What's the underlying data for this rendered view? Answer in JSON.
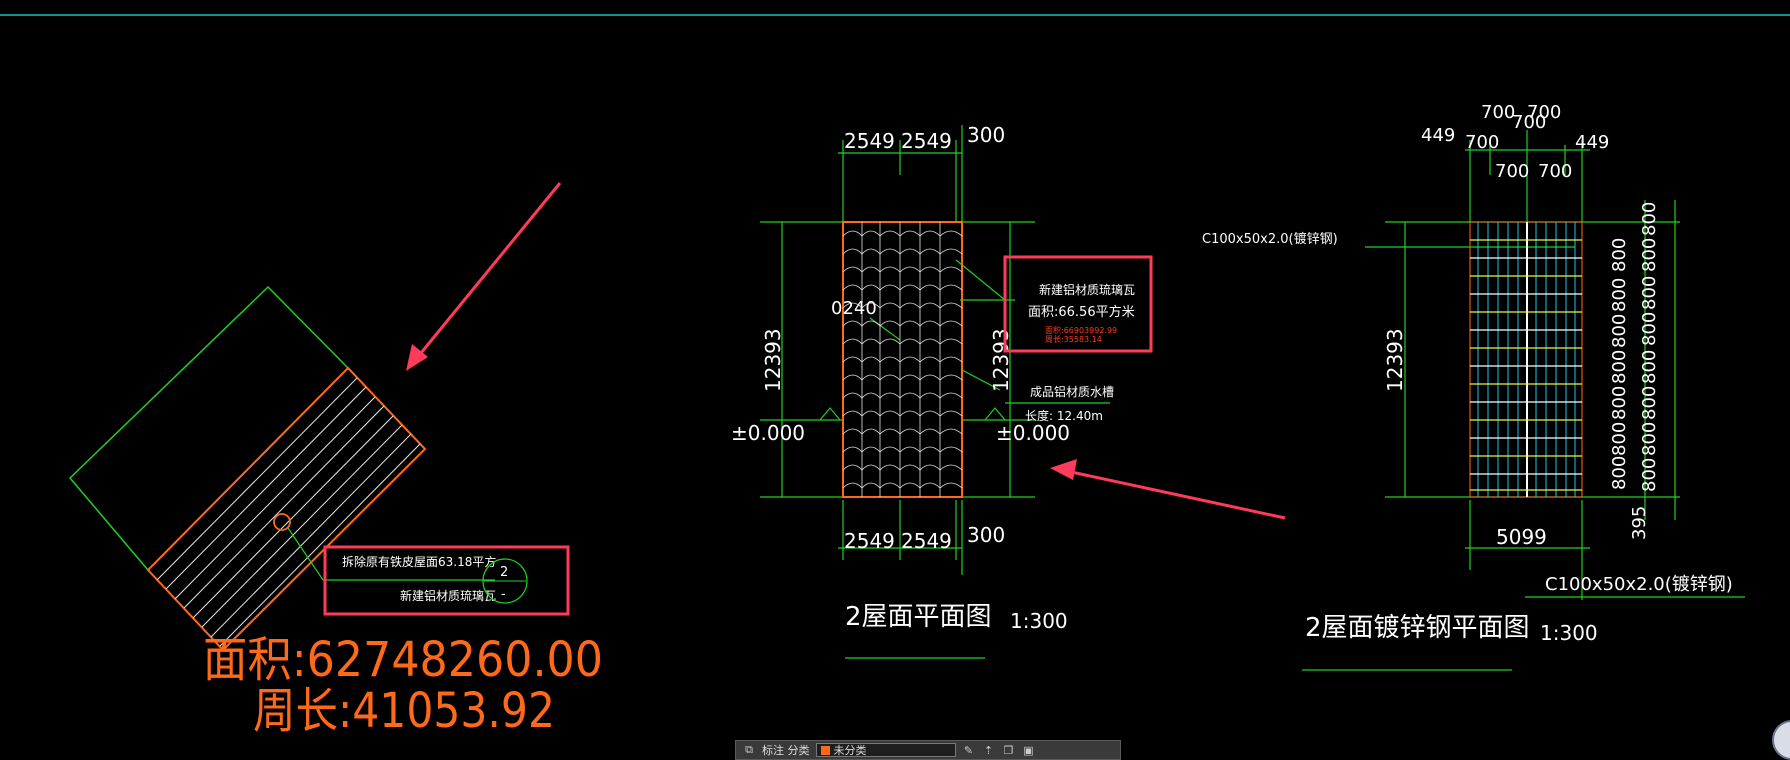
{
  "colors": {
    "dim": "#1fd11f",
    "hatch": "#ff6a1a",
    "text": "#ffffff",
    "area_text": "#ff6a1a",
    "highlight": "#ff3b5c",
    "topline": "#1fbfbf",
    "bluegrid": "#19c7e6",
    "yellowgrid": "#f2f23a"
  },
  "left_plan": {
    "callout_line1": "拆除原有铁皮屋面63.18平方",
    "callout_line2": "新建铝材质琉璃瓦",
    "bubble_top": "2",
    "bubble_bottom": "-",
    "area": "面积:62748260.00",
    "perimeter": "周长:41053.92"
  },
  "middle_plan": {
    "top_dims": [
      "2549",
      "2549",
      "300"
    ],
    "bottom_dims": [
      "2549",
      "2549",
      "300"
    ],
    "height_dim_left": "12393",
    "height_dim_right": "12393",
    "level_left": "±0.000",
    "level_right": "±0.000",
    "slope_label": "0240",
    "tile_note_title": "新建铝材质琉璃瓦",
    "tile_note_area": "面积:66.56平方米",
    "tile_note_small1": "面积:66903992.99",
    "tile_note_small2": "周长:35583.14",
    "gutter_note": "成品铝材质水槽",
    "gutter_length": "长度: 12.40m",
    "title": "2屋面平面图",
    "scale": "1:300"
  },
  "right_plan": {
    "top_dims_row1": [
      "700",
      "700"
    ],
    "top_dims_row2": [
      "449",
      "700",
      "700",
      "449"
    ],
    "top_dims_row3": [
      "700",
      "700"
    ],
    "member_label_left": "C100x50x2.0(镀锌钢)",
    "height_dim": "12393",
    "spacing_col1": [
      "800",
      "800",
      "800",
      "800",
      "800",
      "800",
      "800"
    ],
    "spacing_col2": [
      "800",
      "800",
      "800",
      "800",
      "800",
      "800",
      "800",
      "800"
    ],
    "spacing_bottom": "395",
    "width_dim": "5099",
    "member_label_bottom": "C100x50x2.0(镀锌钢)",
    "title": "2屋面镀锌钢平面图",
    "scale": "1:300"
  },
  "toolbar": {
    "label": "标注 分类",
    "layer": "未分类"
  }
}
